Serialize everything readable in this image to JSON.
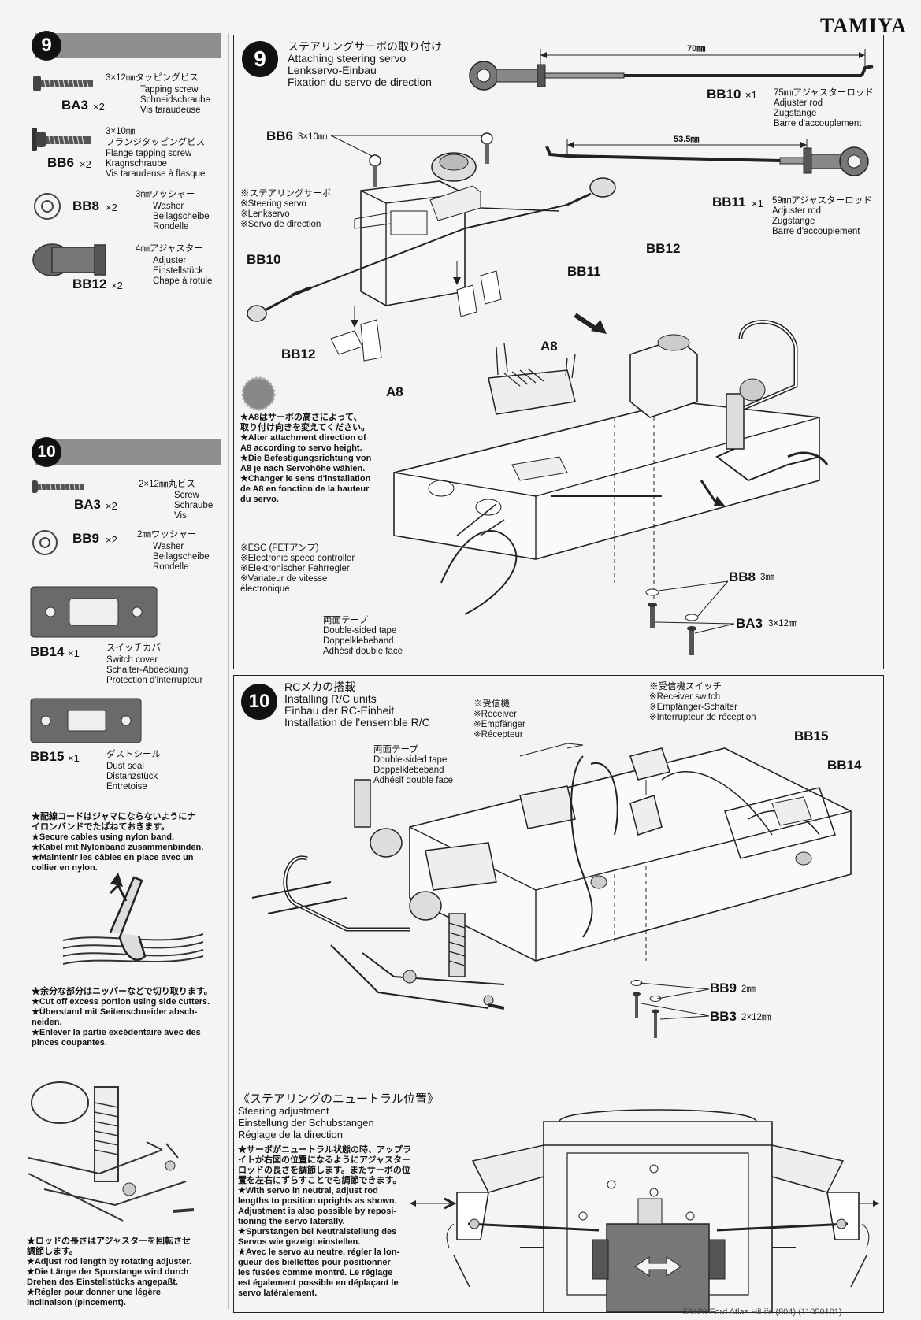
{
  "brand": "TAMIYA",
  "left": {
    "step9": {
      "num": "9",
      "parts": [
        {
          "code": "BA3",
          "qty": "×2",
          "lines": [
            "3×12㎜タッピングビス",
            "Tapping screw",
            "Schneidschraube",
            "Vis taraudeuse"
          ]
        },
        {
          "code": "BB6",
          "qty": "×2",
          "lines": [
            "3×10㎜",
            "フランジタッピングビス",
            "Flange tapping screw",
            "Kragnschraube",
            "Vis taraudeuse à flasque"
          ]
        },
        {
          "code": "BB8",
          "qty": "×2",
          "lines": [
            "3㎜ワッシャー",
            "Washer",
            "Beilagscheibe",
            "Rondelle"
          ]
        },
        {
          "code": "BB12",
          "qty": "×2",
          "lines": [
            "4㎜アジャスター",
            "Adjuster",
            "Einstellstück",
            "Chape à rotule"
          ]
        }
      ]
    },
    "step10": {
      "num": "10",
      "parts": [
        {
          "code": "BA3",
          "qty": "×2",
          "lines": [
            "2×12㎜丸ビス",
            "Screw",
            "Schraube",
            "Vis"
          ]
        },
        {
          "code": "BB9",
          "qty": "×2",
          "lines": [
            "2㎜ワッシャー",
            "Washer",
            "Beilagscheibe",
            "Rondelle"
          ]
        },
        {
          "code": "BB14",
          "qty": "×1",
          "lines": [
            "スイッチカバー",
            "Switch cover",
            "Schalter-Abdeckung",
            "Protection d'interrupteur"
          ]
        },
        {
          "code": "BB15",
          "qty": "×1",
          "lines": [
            "ダストシール",
            "Dust seal",
            "Distanzstück",
            "Entretoise"
          ]
        }
      ]
    },
    "note_cables": [
      "★配線コードはジャマにならないようにナ",
      "イロンバンドでたばねておきます。",
      "★Secure cables using nylon band.",
      "★Kabel mit Nylonband zusammenbinden.",
      "★Maintenir les câbles en place avec un",
      "collier en nylon."
    ],
    "note_cut": [
      "★余分な部分はニッパーなどで切り取ります。",
      "★Cut off excess portion using side cutters.",
      "★Überstand mit Seitenschneider absch-",
      "neiden.",
      "★Enlever la partie excédentaire avec des",
      "pinces coupantes."
    ],
    "note_rod": [
      "★ロッドの長さはアジャスターを回転させ",
      "調節します。",
      "★Adjust rod length by rotating adjuster.",
      "★Die Länge der Spurstange wird durch",
      "Drehen des Einstellstücks angepaßt.",
      "★Régler pour donner une légère",
      "inclinaison (pincement)."
    ]
  },
  "step9": {
    "num": "9",
    "title": [
      "ステアリングサーボの取り付け",
      "Attaching steering servo",
      "Lenkservo-Einbau",
      "Fixation du servo de direction"
    ],
    "dim70": "70㎜",
    "dim53": "53.5㎜",
    "bb10": {
      "code": "BB10",
      "qty": "×1",
      "lines": [
        "75㎜アジャスターロッド",
        "Adjuster rod",
        "Zugstange",
        "Barre d'accouplement"
      ]
    },
    "bb11": {
      "code": "BB11",
      "qty": "×1",
      "lines": [
        "59㎜アジャスターロッド",
        "Adjuster rod",
        "Zugstange",
        "Barre d'accouplement"
      ]
    },
    "bb6_label": "BB6",
    "bb6_size": "3×10㎜",
    "servo_label": [
      "※ステアリングサーボ",
      "※Steering servo",
      "※Lenkservo",
      "※Servo de direction"
    ],
    "callouts": {
      "bb10": "BB10",
      "bb11": "BB11",
      "bb12a": "BB12",
      "bb12b": "BB12",
      "a8a": "A8",
      "a8b": "A8"
    },
    "note_a8": [
      "★A8はサーボの高さによって、",
      "取り付け向きを変えてください。",
      "★Alter attachment direction of",
      "A8 according to servo height.",
      "★Die Befestigungsrichtung von",
      "A8 je nach Servohöhe wählen.",
      "★Changer le sens d'installation",
      "de A8 en fonction de la hauteur",
      "du servo."
    ],
    "esc": [
      "※ESC (FETアンプ)",
      "※Electronic speed controller",
      "※Elektronischer Fahrregler",
      "※Variateur de vitesse",
      "électronique"
    ],
    "tape": [
      "両面テープ",
      "Double-sided tape",
      "Doppelklebeband",
      "Adhésif double face"
    ],
    "bb8": {
      "code": "BB8",
      "size": "3㎜"
    },
    "ba3": {
      "code": "BA3",
      "size": "3×12㎜"
    }
  },
  "step10": {
    "num": "10",
    "title": [
      "RCメカの搭載",
      "Installing R/C units",
      "Einbau der RC-Einheit",
      "Installation de l'ensemble R/C"
    ],
    "receiver": [
      "※受信機",
      "※Receiver",
      "※Empfänger",
      "※Récepteur"
    ],
    "switch": [
      "※受信機スイッチ",
      "※Receiver switch",
      "※Empfänger-Schalter",
      "※Interrupteur de réception"
    ],
    "tape": [
      "両面テープ",
      "Double-sided tape",
      "Doppelklebeband",
      "Adhésif double face"
    ],
    "bb15": "BB15",
    "bb14": "BB14",
    "bb9": {
      "code": "BB9",
      "size": "2㎜"
    },
    "bb3": {
      "code": "BB3",
      "size": "2×12㎜"
    }
  },
  "steering": {
    "title": "《ステアリングのニュートラル位置》",
    "lines": [
      "Steering adjustment",
      "Einstellung der Schubstangen",
      "Réglage de la direction"
    ],
    "body": [
      "★サーボがニュートラル状態の時、アップラ",
      "イトが右図の位置になるようにアジャスター",
      "ロッドの長さを調節します。またサーボの位",
      "置を左右にずらすことでも調節できます。",
      "★With servo in neutral, adjust rod",
      "lengths to position uprights as shown.",
      "Adjustment is also possible by reposi-",
      "tioning the servo laterally.",
      "★Spurstangen bei Neutralstellung des",
      "Servos wie gezeigt einstellen.",
      "★Avec le servo au neutre, régler la lon-",
      "gueur des biellettes pour positionner",
      "les fusées comme montré. Le réglage",
      "est également possible en déplaçant le",
      "servo latéralement."
    ]
  },
  "footer": "58420 Ford Atlas HiLife (804) (11050101)"
}
